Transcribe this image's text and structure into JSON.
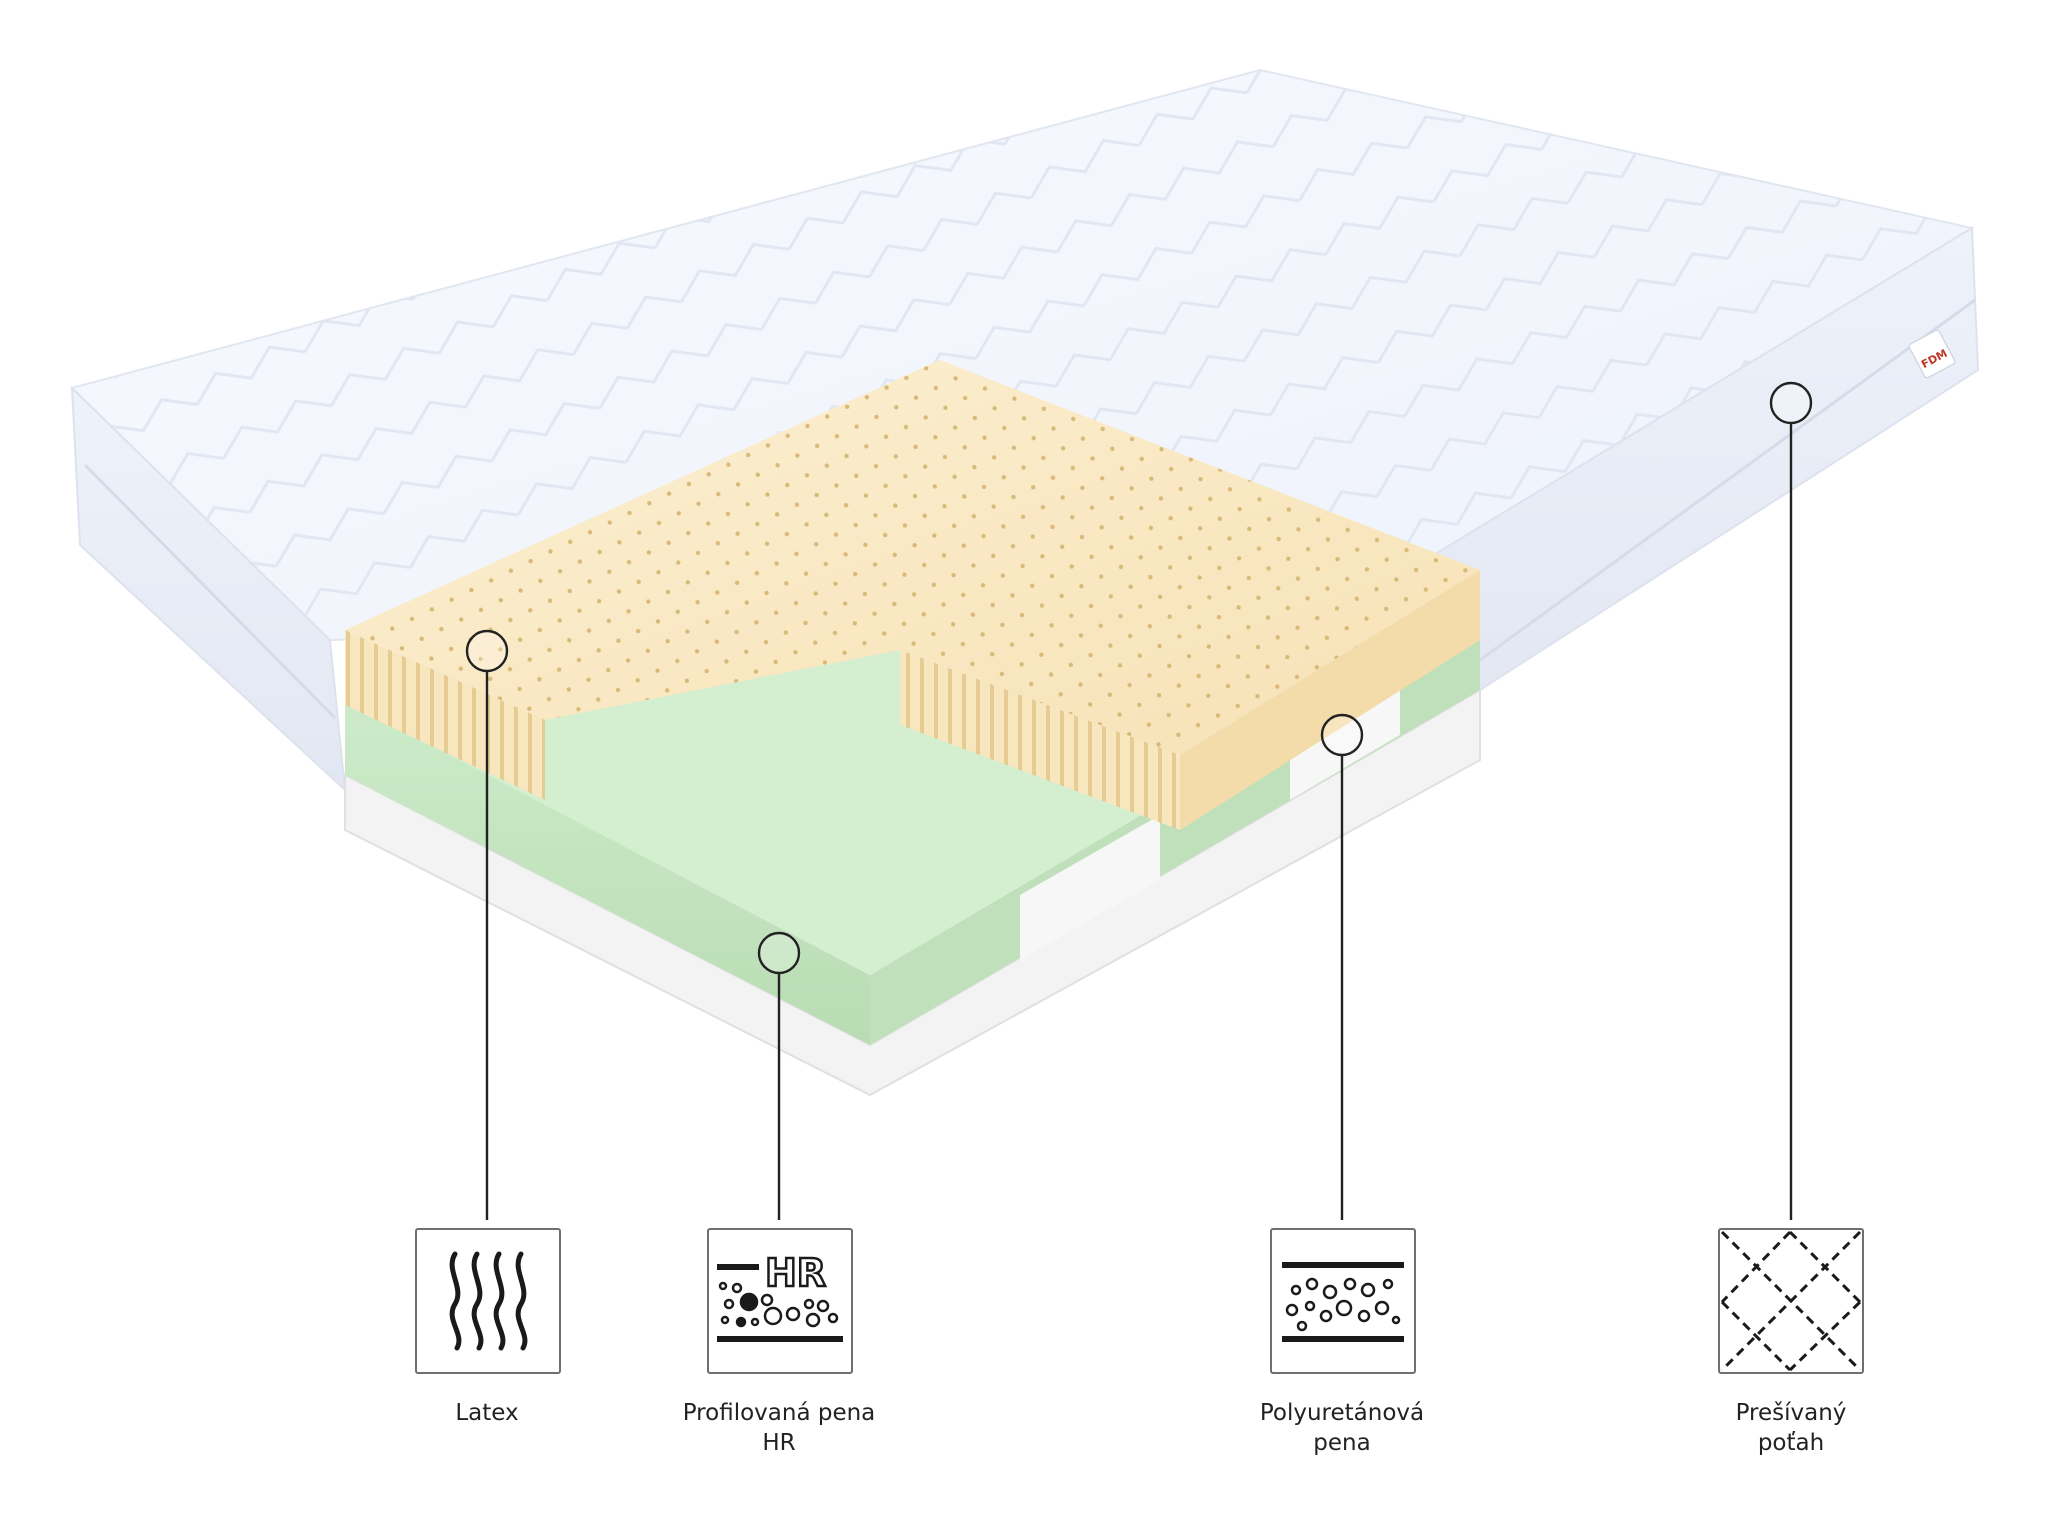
{
  "logo_text": "FDM",
  "layers": [
    {
      "id": "latex",
      "icon": "waves-icon",
      "label_lines": [
        "Latex"
      ]
    },
    {
      "id": "hr",
      "icon": "hr-foam-icon",
      "icon_text": "HR",
      "label_lines": [
        "Profilovaná pena",
        "HR"
      ]
    },
    {
      "id": "pu",
      "icon": "bubbles-foam-icon",
      "label_lines": [
        "Polyuretánová",
        "pena"
      ]
    },
    {
      "id": "cover",
      "icon": "quilt-diamond-icon",
      "label_lines": [
        "Prešívaný",
        "poťah"
      ]
    }
  ],
  "colors": {
    "cover": "#f4f7fd",
    "latex": "#fbe9c4",
    "hr_foam": "#c9e8c6",
    "pu_foam": "#f5f5f5",
    "line": "#222222"
  }
}
